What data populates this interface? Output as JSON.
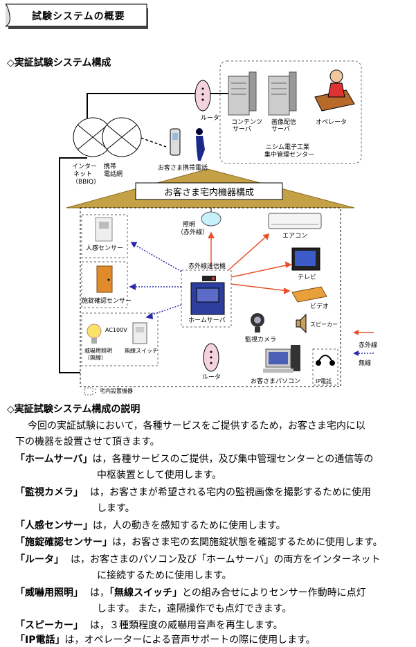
{
  "header": {
    "title": "試験システムの概要"
  },
  "section1": {
    "heading": "◇実証試験システム構成"
  },
  "diagram": {
    "center_label_line1": "ニシム電子工業",
    "center_label_line2": "集中管理センター",
    "contents_server_line1": "コンテンツ",
    "contents_server_line2": "サーバ",
    "image_server_line1": "画像配信",
    "image_server_line2": "サーバ",
    "operator": "オペレータ",
    "router_top": "ルータ",
    "internet_line1": "インター",
    "internet_line2": "ネット",
    "internet_line3": "（BBIQ)",
    "mobile_net_line1": "携帯",
    "mobile_net_line2": "電話網",
    "customer_mobile": "お客さま携帯電話",
    "house_title": "お客さま宅内機器構成",
    "light_line1": "照明",
    "light_line2": "（赤外線）",
    "aircon": "エアコン",
    "tv": "テレビ",
    "video": "ビデオ",
    "speaker": "スピーカー",
    "ir_transmitter": "赤外線送信機",
    "home_server": "ホームサーバ",
    "monitor_camera": "監視カメラ",
    "motion_sensor": "人感センサー",
    "lock_sensor": "施錠確認センサー",
    "ac100v": "AC100V",
    "threat_light_line1": "威嚇用照明",
    "threat_light_line2": "（無線）",
    "wireless_switch": "無線スイッチ",
    "router_bottom": "ルータ",
    "customer_pc": "お客さまパソコン",
    "ip_phone": "IP電話",
    "legend_ir": "赤外線",
    "legend_wireless": "無線",
    "legend_indoor": "：宅内設置機器",
    "colors": {
      "roof": "#c4a047",
      "ir_arrow": "#e8502a",
      "wireless_arrow": "#2a2aa8",
      "box_blue": "#2d3e9e"
    }
  },
  "section2": {
    "heading": "◇実証試験システム構成の説明",
    "intro_line1": "今回の実証試験において，各種サービスをご提供するため，お客さま宅内に以",
    "intro_line2": "下の機器を設置させて頂きます。",
    "items": [
      {
        "term": "「ホームサーバ」",
        "line1": "は，各種サービスのご提供，及び集中管理センターとの通信等の",
        "line2": "中枢装置として使用します。"
      },
      {
        "term": "「監視カメラ」",
        "line1": "は，お客さまが希望される宅内の監視画像を撮影するために使用",
        "line2": "します。"
      },
      {
        "term": "「人感センサー」",
        "line1": "は，人の動きを感知するために使用します。",
        "line2": ""
      },
      {
        "term": "「施錠確認センサー」",
        "line1": "は，お客さま宅の玄関施錠状態を確認するために使用します。",
        "line2": ""
      },
      {
        "term": "「ルータ」",
        "line1": "は，お客さまのパソコン及び「ホームサーバ」の両方をインターネット",
        "line2": "に接続するために使用します。"
      },
      {
        "term": "「威嚇用照明」",
        "line1": "は，",
        "mid_bold": "「無線スイッチ」",
        "line1b": "との組み合せによりセンサー作動時に点灯",
        "line2": "します。 また，遠隔操作でも点灯できます。"
      },
      {
        "term": "「スピーカー」",
        "line1": "は，３種類程度の威嚇用音声を再生します。",
        "line2": ""
      },
      {
        "term": "「IP電話」",
        "line1": "は，オペレーターによる音声サポートの際に使用します。",
        "line2": ""
      }
    ]
  }
}
